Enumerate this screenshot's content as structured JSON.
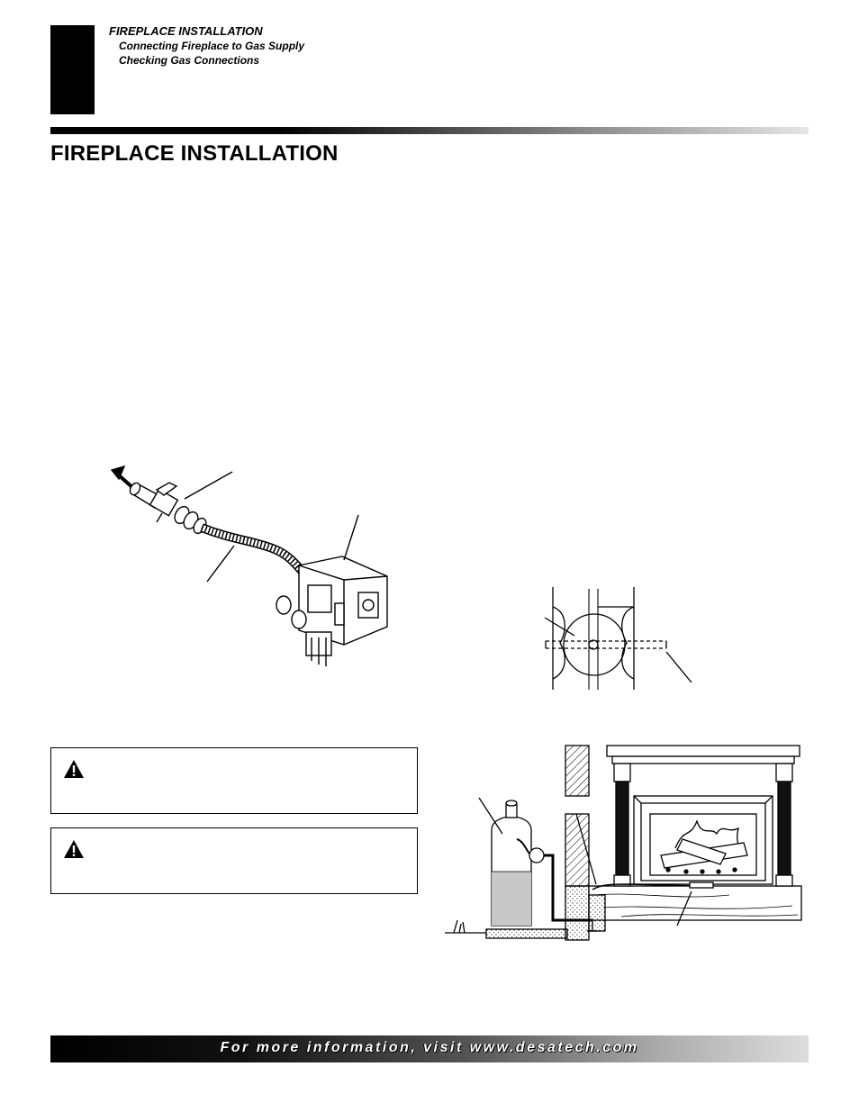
{
  "header": {
    "section_title": "FIREPLACE INSTALLATION",
    "subtitles": [
      "Connecting Fireplace to Gas Supply",
      "Checking Gas Connections"
    ]
  },
  "page_title": "FIREPLACE INSTALLATION",
  "footer": {
    "text": "For more information, visit www.desatech.com"
  },
  "icons": [
    "warning-triangle-icon",
    "warning-triangle-icon"
  ]
}
